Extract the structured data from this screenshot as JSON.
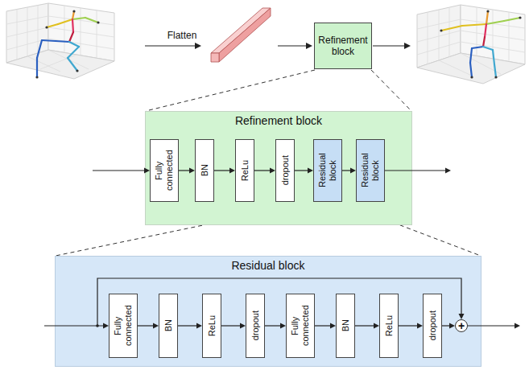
{
  "diagram": {
    "nodes": [
      {
        "text": [
          "Refinement block"
        ]
      },
      {
        "text": [
          "Refinement block"
        ]
      },
      {
        "text": [
          "Fully connected"
        ],
        "in": 1
      },
      {
        "text": [
          "BN"
        ],
        "in": 1
      },
      {
        "text": [
          "ReLu"
        ],
        "in": 1
      },
      {
        "text": [
          "dropout"
        ],
        "in": 1
      },
      {
        "text": [
          "Residual block"
        ],
        "in": 1
      },
      {
        "text": [
          "Residual block"
        ],
        "in": 1
      },
      {
        "text": [
          "Residual block"
        ]
      },
      {
        "text": [
          "Fully connected"
        ],
        "in": 8
      },
      {
        "text": [
          "BN"
        ],
        "in": 8
      },
      {
        "text": [
          "ReLu"
        ],
        "in": 8
      },
      {
        "text": [
          "dropout"
        ],
        "in": 8
      },
      {
        "text": [
          "Fully connected"
        ],
        "in": 8
      },
      {
        "text": [
          "BN"
        ],
        "in": 8
      },
      {
        "text": [
          "ReLu"
        ],
        "in": 8
      },
      {
        "text": [
          "dropout"
        ],
        "in": 8
      },
      {
        "text": [
          "+"
        ],
        "in": 8
      }
    ],
    "edges": [
      {
        "from": 2,
        "to": 3,
        "arrow": "to"
      },
      {
        "from": 3,
        "to": 4,
        "arrow": "to"
      },
      {
        "from": 4,
        "to": 5,
        "arrow": "to"
      },
      {
        "from": 5,
        "to": 6,
        "arrow": "to"
      },
      {
        "from": 6,
        "to": 7,
        "arrow": "to"
      },
      {
        "from": 9,
        "to": 10,
        "arrow": "to"
      },
      {
        "from": 10,
        "to": 11,
        "arrow": "to"
      },
      {
        "from": 11,
        "to": 12,
        "arrow": "to"
      },
      {
        "from": 12,
        "to": 13,
        "arrow": "to"
      },
      {
        "from": 13,
        "to": 14,
        "arrow": "to"
      },
      {
        "from": 14,
        "to": 15,
        "arrow": "to"
      },
      {
        "from": 15,
        "to": 16,
        "arrow": "to"
      },
      {
        "from": 16,
        "to": 17,
        "arrow": "to"
      }
    ],
    "labels": [
      "Flatten"
    ]
  }
}
